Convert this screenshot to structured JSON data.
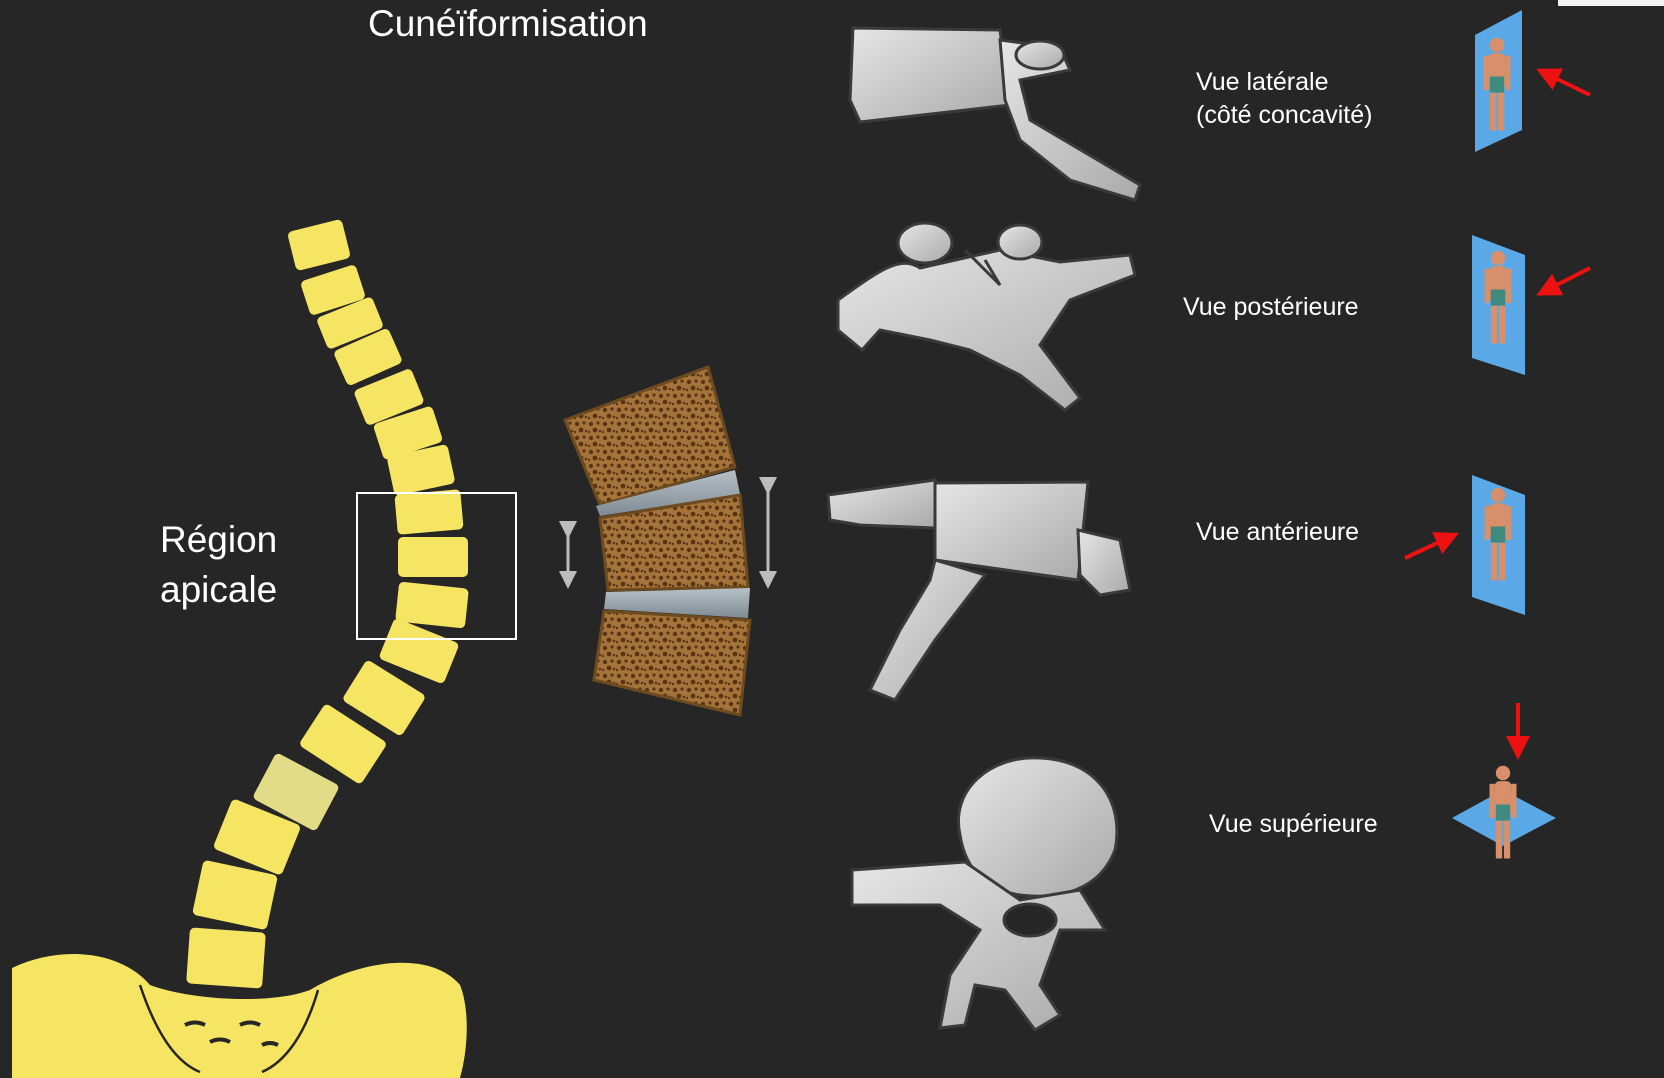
{
  "title": "Cunéïformisation",
  "region_label": {
    "line1": "Région",
    "line2": "apicale"
  },
  "views": [
    {
      "line1": "Vue latérale",
      "line2": "(côté concavité)",
      "arrow_color": "#ee1111"
    },
    {
      "line1": "Vue postérieure",
      "line2": "",
      "arrow_color": "#ee1111"
    },
    {
      "line1": "Vue antérieure",
      "line2": "",
      "arrow_color": "#ee1111"
    },
    {
      "line1": "Vue supérieure",
      "line2": "",
      "arrow_color": "#ee1111"
    }
  ],
  "colors": {
    "background": "#262626",
    "spine": "#f6e563",
    "wedged_vertebra": "#e3dc86",
    "bone_body": "#9a6a33",
    "disc": "#8f9aa0",
    "vertebra_drawing": "#c9c9c9",
    "plane": "#5aa9e6",
    "text": "#ffffff"
  }
}
